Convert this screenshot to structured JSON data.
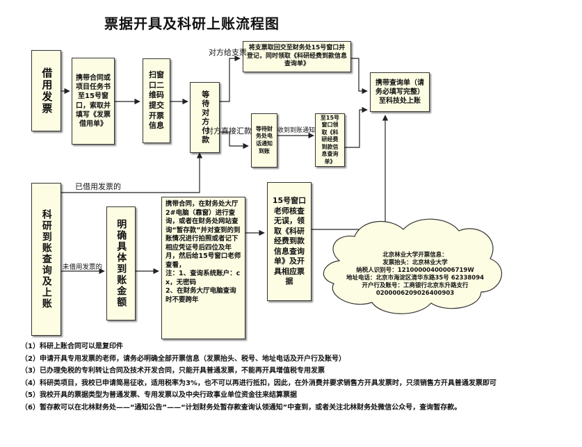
{
  "title": "票据开具及科研上账流程图",
  "nodes": {
    "borrow": "借用发票",
    "carry_contract": "携带合同或项目任务书至15号窗口，索取并填写《发票借用单》",
    "scan_qr": "扫窗口二维码提交开票信息",
    "wait_pay": "等待对方付款",
    "check_return": "将支票取回交至财务处15号窗口并登记，同时领取《科研经费到款信息查询单》",
    "wait_notice": "等待财务处电话通知到账",
    "window15_get": "至15号窗口领取《科研经费到款信息查询单》",
    "final": "携带查询单（请务必填写完整）至科技处上账",
    "research_entry": "科研到账查询及上账",
    "specific_amount": "明确具体到账金额",
    "query_method": "携带合同，在财务处大厅2#电脑（靠窗）进行查询，或者在财务处网站查询“暂存款”并对查到的到账情况进行拍照或者记下相应凭证号后四位及年月，然后给15号窗口老师查看，\n注：1、查询系统账户：cx，无密码\n2、在财务大厅电脑查询时不要跨年",
    "teacher_check": "15号窗口老师核查无误，领取《科研经费到款信息查询单》及开具相应票据"
  },
  "edge_labels": {
    "check": "对方给支票",
    "remit": "对方直接汇款",
    "notice": "收到到账通知",
    "borrowed": "已借用发票的",
    "not_borrowed": "未借用发票的"
  },
  "cloud": [
    "北京林业大学开票信息：",
    "发票抬头：北京林业大学",
    "纳税人识别号：12100000400006719W",
    "地址电话：北京市海淀区清华东路35号 62338094",
    "开户行及账号：工商银行北京东升路支行",
    "0200006209026400903"
  ],
  "notes": [
    "（1）科研上账合同可以是复印件",
    "（2）申请开具专用发票的老师，请务必明确全部开票信息（发票抬头、税号、地址电话及开户行及账号）",
    "（3）已办理免税的专利转让合同及技术开发合同，只能开具普通发票，不能再开具增值税专用发票",
    "（4）科研类项目，我校已申请简易征收，适用税率为3%，也不可以再进行抵扣，因此，在外消费并要求销售方开具发票时，只须销售方开具普通发票即可",
    "（5）我校开具的票据类型为普通发票、专用发票以及中央行政事业单位资金往来结算票据",
    "（6）暂存款可以在北林财务处——“通知公告”——“计划财务处暂存款查询认领通知”中查到，或者关注北林财务处微信公众号，查询暂存款。"
  ]
}
